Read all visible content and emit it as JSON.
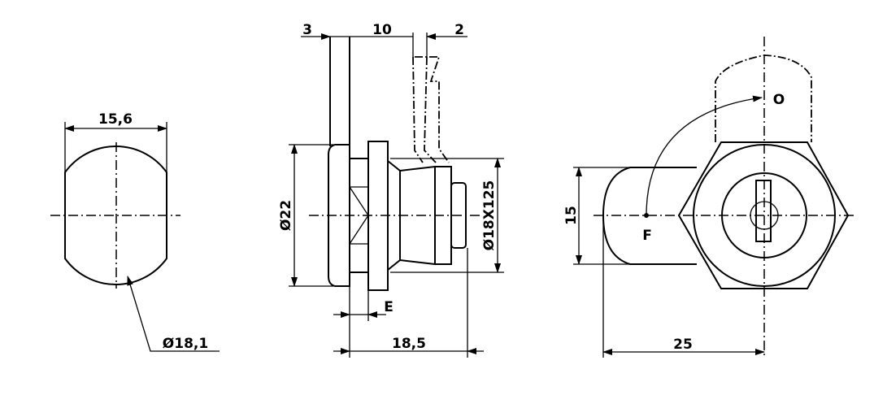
{
  "title": "Cam lock dimension drawing",
  "views": {
    "front": {
      "width_label": "15,6",
      "diameter_label": "Ø18,1"
    },
    "side": {
      "bezel_label": "3",
      "cam_offset_label": "10",
      "cam_thickness_label": "2",
      "head_diameter_label": "Ø22",
      "thread_label": "Ø18X125",
      "panel_label": "E",
      "length_label": "18,5"
    },
    "rear": {
      "cam_width_label": "15",
      "cam_length_label": "25",
      "open_label": "O",
      "closed_label": "F"
    }
  },
  "colors": {
    "line": "#000000",
    "background": "#ffffff"
  }
}
